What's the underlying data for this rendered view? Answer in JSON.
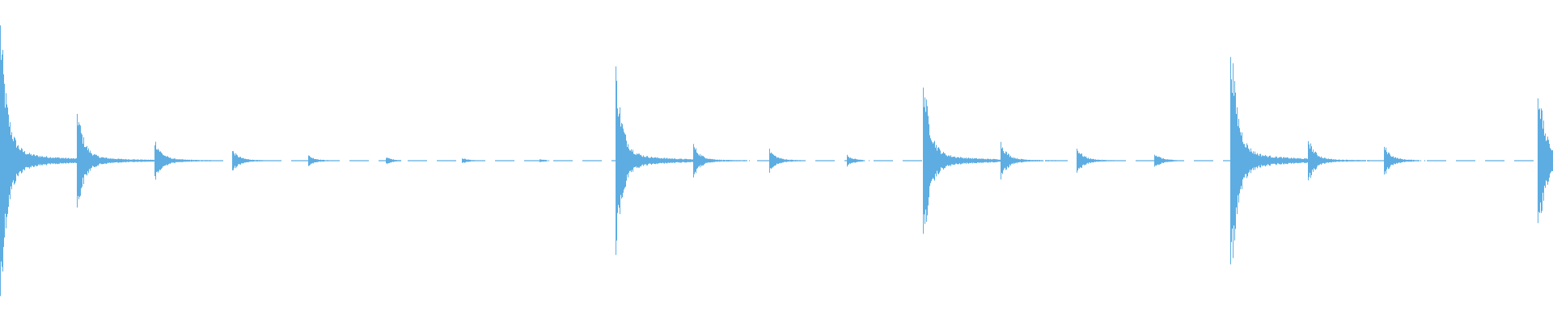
{
  "waveform": {
    "color": "#5DADE2",
    "background": "#FFFFFF",
    "transients": [
      {
        "t": 0.0,
        "amp": 0.72
      },
      {
        "t": 0.049,
        "amp": 0.3
      },
      {
        "t": 0.099,
        "amp": 0.12
      },
      {
        "t": 0.149,
        "amp": 0.06
      },
      {
        "t": 0.198,
        "amp": 0.03
      },
      {
        "t": 0.248,
        "amp": 0.02
      },
      {
        "t": 0.297,
        "amp": 0.015
      },
      {
        "t": 0.347,
        "amp": 0.01
      },
      {
        "t": 0.396,
        "amp": 0.5
      },
      {
        "t": 0.446,
        "amp": 0.09
      },
      {
        "t": 0.495,
        "amp": 0.06
      },
      {
        "t": 0.545,
        "amp": 0.03
      },
      {
        "t": 0.594,
        "amp": 0.48
      },
      {
        "t": 0.644,
        "amp": 0.1
      },
      {
        "t": 0.693,
        "amp": 0.07
      },
      {
        "t": 0.743,
        "amp": 0.04
      },
      {
        "t": 0.792,
        "amp": 0.68
      },
      {
        "t": 0.842,
        "amp": 0.12
      },
      {
        "t": 0.891,
        "amp": 0.08
      },
      {
        "t": 0.99,
        "amp": 0.42
      }
    ]
  }
}
